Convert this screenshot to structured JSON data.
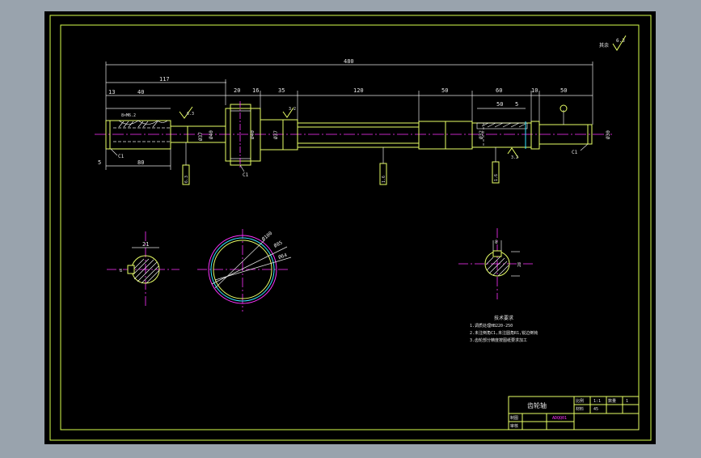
{
  "colors": {
    "window_bg": "#99a3ad",
    "canvas": "#000000",
    "frame": "#d9ff4d",
    "outline": "#e8ff66",
    "dim": "#e6e6e6",
    "center": "#ff33ff",
    "hidden": "#ffffff",
    "accent_cyan": "#33e6ff",
    "hatch": "#ffffff"
  },
  "corner_note": "其余",
  "corner_roughness": "6.3",
  "dims": {
    "overall": "480",
    "d117": "117",
    "d13": "13",
    "d40a": "40",
    "d20": "20",
    "d16": "16",
    "d35": "35",
    "d120": "120",
    "d50a": "50",
    "d60": "60",
    "d10": "10",
    "d50b": "50",
    "d50c": "50",
    "d5b": "5",
    "d80": "80",
    "d5": "5",
    "dia1": "Ø37",
    "dia2": "Ø40",
    "dia3": "Ø40",
    "dia4": "Ø37",
    "dia5": "Ø32",
    "dia6": "Ø30",
    "c1a": "C1",
    "c1b": "C1",
    "c1c": "C1",
    "roughA": "6.3",
    "roughB": "1.6",
    "roughC": "1.6",
    "roughD": "6.3",
    "roughE": "3.2",
    "roughF": "3.2",
    "key_note": "8×M6.2",
    "sec1_w": "21",
    "sec1_h": "8",
    "ring1": "Ø100",
    "ring2": "Ø85",
    "ring3": "Ø64",
    "sec3_w": "8",
    "sec3_h": "28"
  },
  "tech": {
    "title": "技术要求",
    "line1": "1.调质处理HB220-250",
    "line2": "2.未注倒角C1,未注圆角R1,锐边倒钝",
    "line3": "3.齿轮部分精度按图纸要求加工"
  },
  "title_block": {
    "name": "齿轮轴",
    "c1": "比例",
    "c2": "1:1",
    "c3": "数量",
    "c4": "1",
    "c5": "材料",
    "c6": "45",
    "c7": "制图",
    "c8": "审核",
    "code": "ADQQ01"
  }
}
